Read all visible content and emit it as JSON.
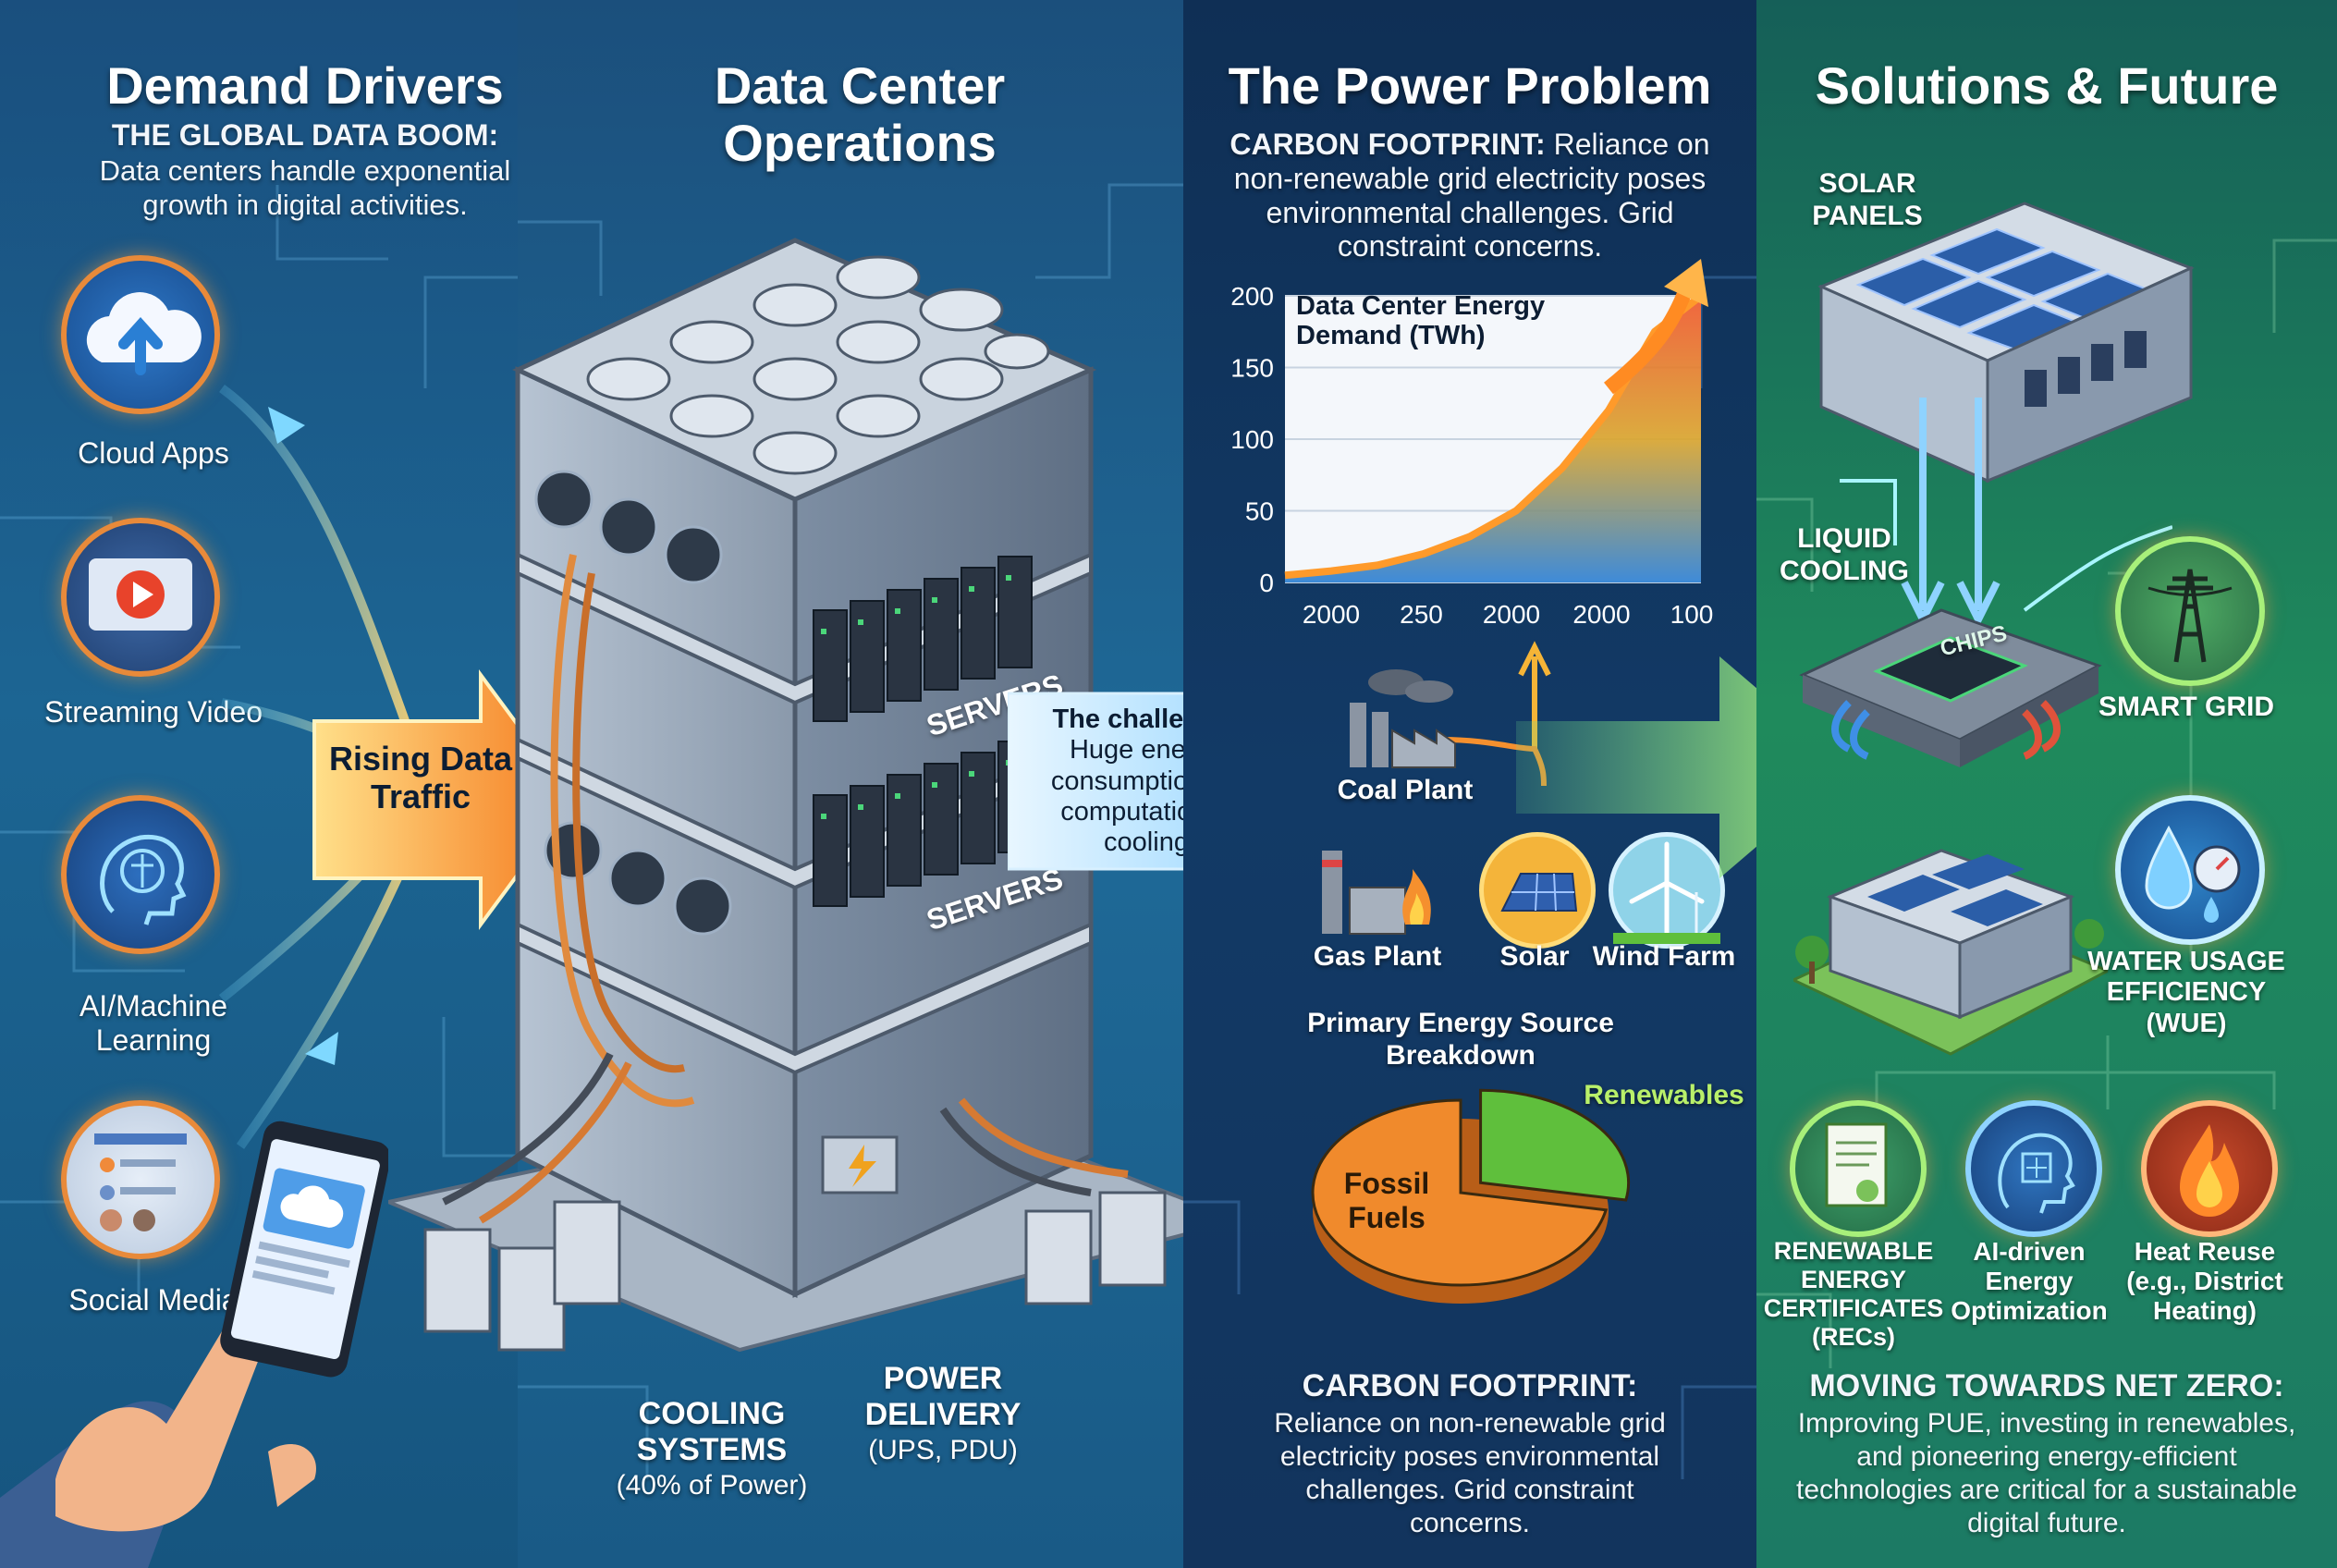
{
  "demand": {
    "title": "Demand Drivers",
    "subtitle": "THE GLOBAL DATA BOOM:",
    "desc": "Data centers handle exponential growth in digital activities.",
    "items": [
      {
        "label": "Cloud Apps",
        "icon": "cloud-upload-icon"
      },
      {
        "label": "Streaming Video",
        "icon": "play-video-icon"
      },
      {
        "label": "AI/Machine Learning",
        "icon": "brain-icon"
      },
      {
        "label": "Social Media",
        "icon": "smartphone-icon"
      }
    ],
    "arrow_label": "Rising Data Traffic"
  },
  "operations": {
    "title": "Data Center Operations",
    "servers_label_1": "SERVERS",
    "servers_label_2": "SERVERS",
    "cooling_title": "COOLING SYSTEMS",
    "cooling_note": "(40% of Power)",
    "power_title": "POWER DELIVERY",
    "power_note": "(UPS, PDU)",
    "challenge_title": "The challenge:",
    "challenge_text": "Huge energy consumption for computation & cooling"
  },
  "problem": {
    "title": "The Power Problem",
    "carbon_title": "CARBON FOOTPRINT:",
    "carbon_text": "Reliance on non-renewable grid electricity poses environmental challenges. Grid constraint concerns.",
    "sources": [
      {
        "label": "Coal Plant",
        "icon": "coal-plant-icon"
      },
      {
        "label": "Gas Plant",
        "icon": "gas-plant-icon"
      },
      {
        "label": "Solar",
        "icon": "solar-panel-icon"
      },
      {
        "label": "Wind Farm",
        "icon": "wind-turbine-icon"
      }
    ],
    "pie_title": "Primary Energy Source Breakdown",
    "bottom_title": "CARBON FOOTPRINT:",
    "bottom_text": "Reliance on non-renewable grid electricity poses environmental challenges. Grid constraint concerns."
  },
  "chart_data": [
    {
      "type": "area",
      "title": "Data Center Energy Demand (TWh)",
      "y_ticks": [
        0,
        50,
        100,
        150,
        200
      ],
      "x_tick_labels": [
        "2000",
        "250",
        "2000",
        "2000",
        "100"
      ],
      "ylim": [
        0,
        200
      ],
      "series": [
        {
          "values": [
            5,
            8,
            12,
            20,
            32,
            50,
            80,
            120,
            175,
            210
          ]
        }
      ]
    },
    {
      "type": "pie",
      "title": "Primary Energy Source Breakdown",
      "slices": [
        {
          "label": "Fossil Fuels",
          "value": 72,
          "color": "#f08a2c"
        },
        {
          "label": "Renewables",
          "value": 28,
          "color": "#5fbf3c"
        }
      ]
    }
  ],
  "solutions": {
    "title": "Solutions & Future",
    "solar_label": "SOLAR PANELS",
    "liquid_label": "LIQUID COOLING",
    "chip_label": "CHIPS",
    "smart_grid_label": "SMART GRID",
    "wue_label": "WATER USAGE EFFICIENCY (WUE)",
    "bottom_items": [
      {
        "label": "RENEWABLE ENERGY CERTIFICATES (RECs)",
        "icon": "certificate-icon"
      },
      {
        "label": "AI-driven Energy Optimization",
        "icon": "ai-head-icon"
      },
      {
        "label": "Heat Reuse (e.g., District Heating)",
        "icon": "flame-icon"
      }
    ],
    "net_zero_title": "MOVING TOWARDS NET ZERO:",
    "net_zero_text": "Improving PUE, investing in renewables, and pioneering energy-efficient technologies are critical for a sustainable digital future."
  },
  "colors": {
    "accent_orange": "#f5902e",
    "renewable_green": "#b9f06a",
    "panel_green": "#1f8a5c"
  }
}
